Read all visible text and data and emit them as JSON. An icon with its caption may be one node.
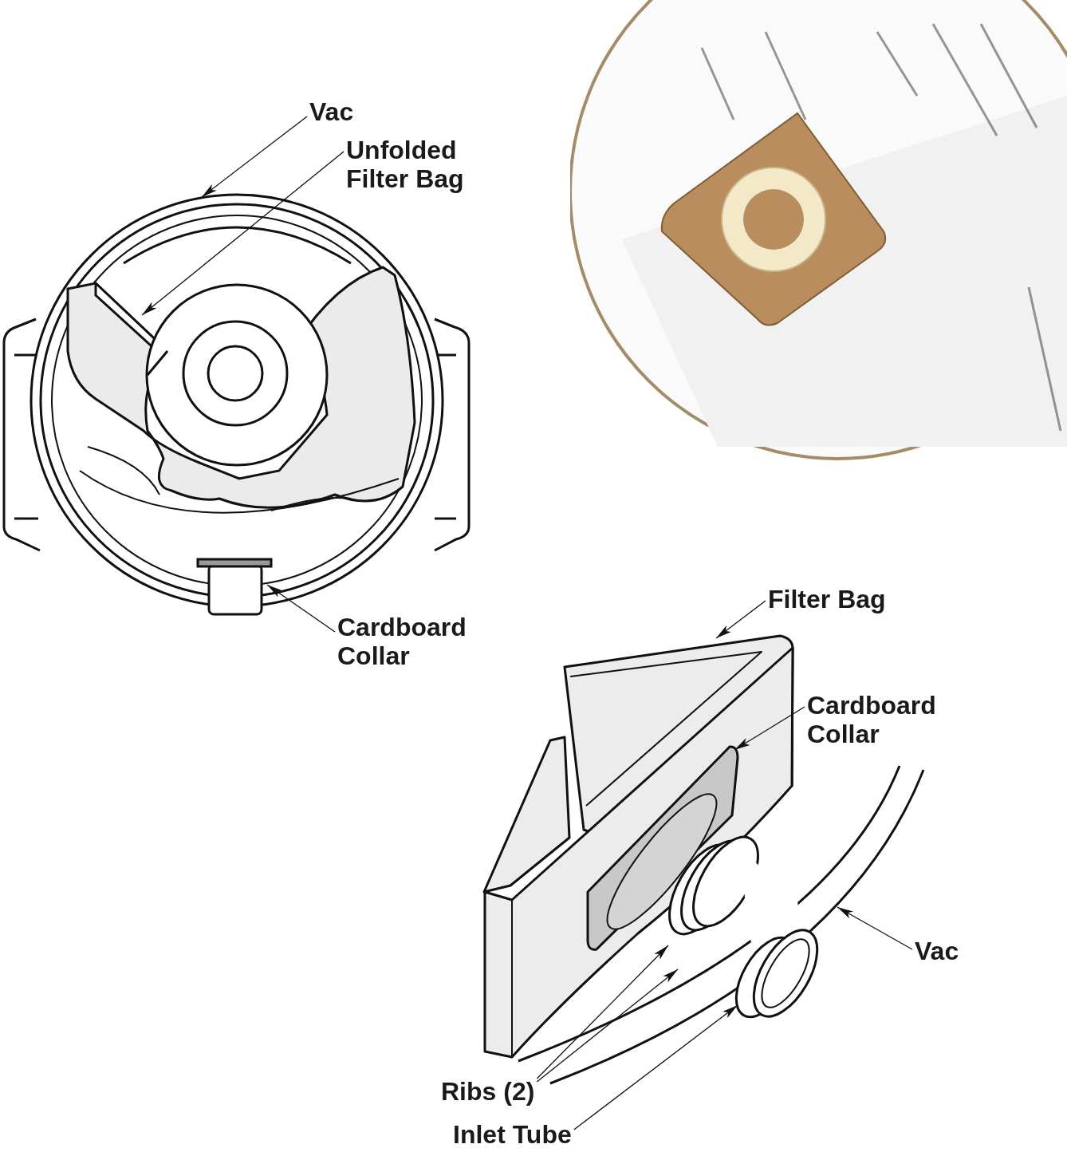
{
  "diagram": {
    "nodes": [
      {
        "text": [
          "Vac"
        ]
      },
      {
        "text": [
          "Unfolded Filter Bag"
        ]
      },
      {
        "text": [
          "Cardboard Collar"
        ]
      },
      {
        "text": [
          "Filter Bag"
        ]
      },
      {
        "text": [
          "Cardboard Collar"
        ]
      },
      {
        "text": [
          "Vac"
        ]
      },
      {
        "text": [
          "Ribs (2)"
        ]
      },
      {
        "text": [
          "Inlet Tube"
        ]
      }
    ],
    "edges": [
      {
        "from": 0,
        "to": null,
        "arrow": "to"
      },
      {
        "from": 1,
        "to": null,
        "arrow": "to"
      },
      {
        "from": 2,
        "to": null,
        "arrow": "to"
      },
      {
        "from": 3,
        "to": null,
        "arrow": "to"
      },
      {
        "from": 4,
        "to": null,
        "arrow": "to"
      },
      {
        "from": 5,
        "to": null,
        "arrow": "to"
      },
      {
        "from": 6,
        "to": null,
        "arrow": "to"
      },
      {
        "from": 6,
        "to": null,
        "arrow": "to"
      },
      {
        "from": 7,
        "to": null,
        "arrow": "to"
      }
    ]
  }
}
